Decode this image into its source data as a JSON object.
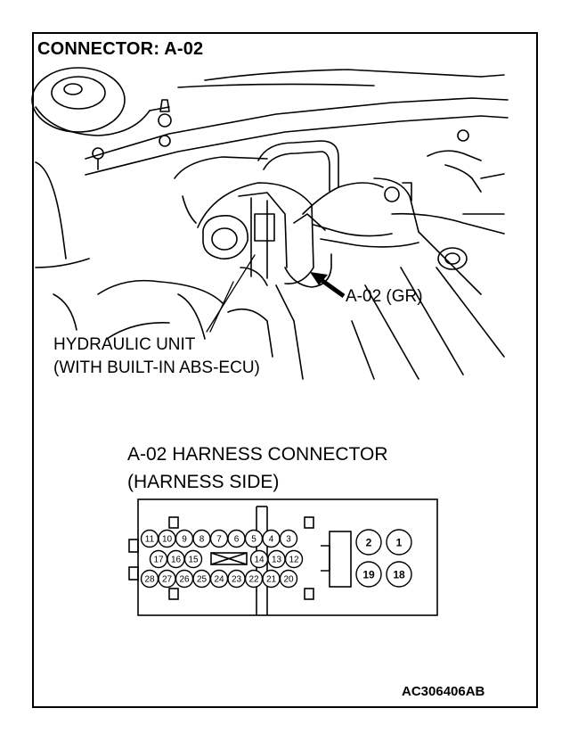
{
  "title": "CONNECTOR: A-02",
  "callouts": {
    "connector": "A-02 (GR)",
    "hydraulic_unit_line1": "HYDRAULIC UNIT",
    "hydraulic_unit_line2": "(WITH BUILT-IN ABS-ECU)"
  },
  "harness_connector": {
    "title_line1": "A-02 HARNESS CONNECTOR",
    "title_line2": "(HARNESS SIDE)",
    "pins": {
      "row1": [
        "11",
        "10",
        "9",
        "8",
        "7",
        "6",
        "5",
        "4",
        "3"
      ],
      "row2_left": [
        "17",
        "16",
        "15"
      ],
      "row2_right": [
        "14",
        "13",
        "12"
      ],
      "row3": [
        "28",
        "27",
        "26",
        "25",
        "24",
        "23",
        "22",
        "21",
        "20"
      ],
      "large_top": [
        "2",
        "1"
      ],
      "large_bottom": [
        "19",
        "18"
      ]
    }
  },
  "figure_code": "AC306406AB"
}
